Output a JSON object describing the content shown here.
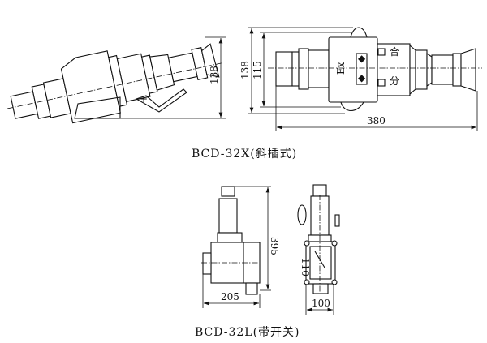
{
  "top": {
    "side_view": {
      "dim_height": "138"
    },
    "front_view": {
      "dim_outer_height": "138",
      "dim_inner_height": "115",
      "dim_length": "380",
      "box_label": "Ex",
      "label_close": "合",
      "label_open": "分"
    },
    "caption": "BCD-32X(斜插式)"
  },
  "bottom": {
    "side_view": {
      "dim_height": "395",
      "dim_width": "205"
    },
    "front_view": {
      "dim_height": "110",
      "dim_width": "100"
    },
    "caption": "BCD-32L(带开关)"
  }
}
